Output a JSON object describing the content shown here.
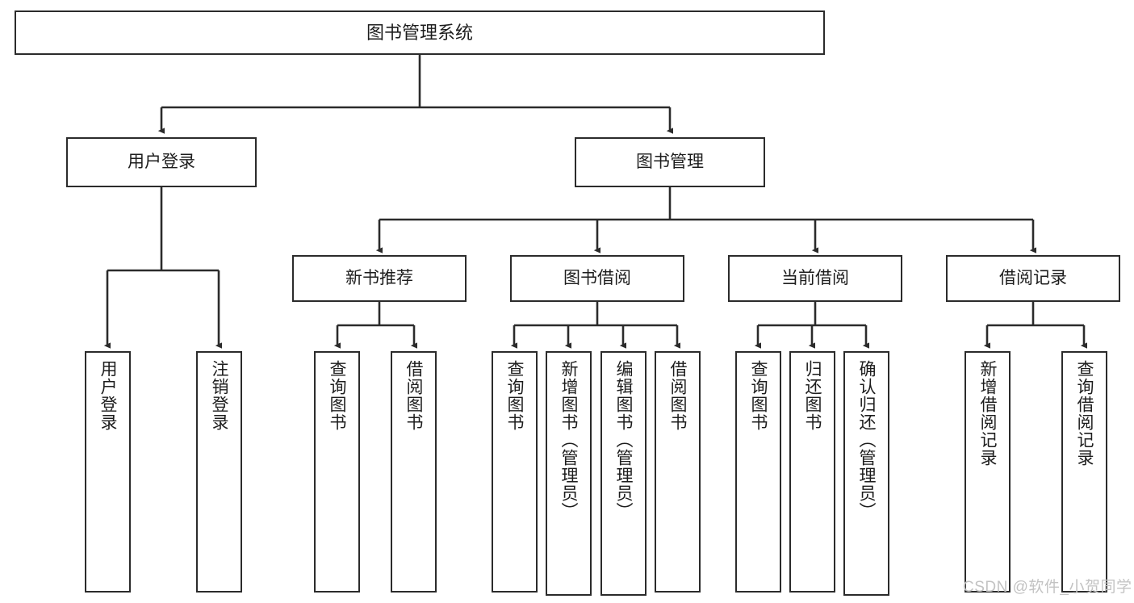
{
  "diagram": {
    "title": "图书管理系统",
    "type": "function-hierarchy-tree",
    "root": {
      "label": "图书管理系统"
    },
    "level2": [
      {
        "label": "用户登录"
      },
      {
        "label": "图书管理"
      }
    ],
    "level3": [
      {
        "label": "新书推荐"
      },
      {
        "label": "图书借阅"
      },
      {
        "label": "当前借阅"
      },
      {
        "label": "借阅记录"
      }
    ],
    "leaves": [
      {
        "label": "用户登录"
      },
      {
        "label": "注销登录"
      },
      {
        "label": "查询图书"
      },
      {
        "label": "借阅图书"
      },
      {
        "label": "查询图书"
      },
      {
        "label": "新增图书（管理员）"
      },
      {
        "label": "编辑图书（管理员）"
      },
      {
        "label": "借阅图书"
      },
      {
        "label": "查询图书"
      },
      {
        "label": "归还图书"
      },
      {
        "label": "确认归还（管理员）"
      },
      {
        "label": "新增借阅记录"
      },
      {
        "label": "查询借阅记录"
      }
    ]
  },
  "watermark": {
    "text": "CSDN @软件_小贺同学"
  },
  "colors": {
    "stroke": "#2b2b2b",
    "text": "#1d1d1d",
    "background": "#ffffff",
    "watermark": "#c3c3c3"
  }
}
